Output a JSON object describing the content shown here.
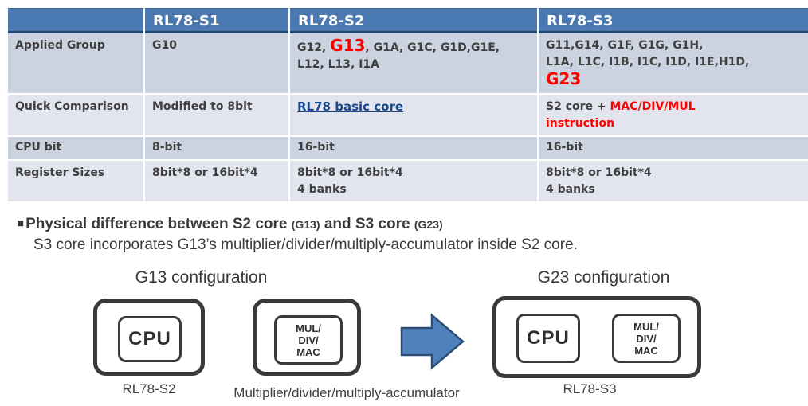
{
  "colors": {
    "header_blue": "#4a78b0",
    "header_border": "#24466b",
    "band_dark": "#ccd3e0",
    "band_light": "#e2e5ee",
    "cell_text": "#404040",
    "highlight_red": "#ff0000",
    "link_blue": "#17498c",
    "arrow_fill": "#4f81bd",
    "arrow_stroke": "#2c4d75",
    "box_border": "#3a3a3a"
  },
  "table": {
    "headers": [
      "",
      "RL78-S1",
      "RL78-S2",
      "RL78-S3"
    ],
    "applied_group": {
      "label": "Applied Group",
      "s1": "G10",
      "s2_seg1": "G12, ",
      "s2_highlight": "G13",
      "s2_seg2": ", G1A, G1C, G1D,G1E,",
      "s2_line2": "L12, L13, I1A",
      "s3_line1": "G11,G14, G1F, G1G, G1H,",
      "s3_line2": "L1A, L1C, I1B, I1C, I1D, I1E,H1D,",
      "s3_highlight": "G23"
    },
    "quick_comparison": {
      "label": "Quick Comparison",
      "s1": "Modified to 8bit",
      "s2_link": "RL78 basic core",
      "s3_seg1": "S2 core + ",
      "s3_red_line1": "MAC/DIV/MUL",
      "s3_red_line2": "instruction"
    },
    "cpu_bit": {
      "label": "CPU bit",
      "s1": "8-bit",
      "s2": "16-bit",
      "s3": "16-bit"
    },
    "register_sizes": {
      "label": "Register Sizes",
      "s1": "8bit*8 or 16bit*4",
      "s2_line1": "8bit*8 or 16bit*4",
      "s2_line2": "4 banks",
      "s3_line1": "8bit*8 or 16bit*4",
      "s3_line2": "4 banks"
    }
  },
  "section": {
    "bullet": "■",
    "title_seg1": "Physical difference between S2 core ",
    "title_small1": "(G13)",
    "title_seg2": " and S3 core ",
    "title_small2": "(G23)",
    "subtitle": "S3 core incorporates G13’s multiplier/divider/multiply-accumulator inside S2 core."
  },
  "diagram": {
    "g13": {
      "title": "G13 configuration",
      "cpu_label": "CPU",
      "mul_line1": "MUL/",
      "mul_line2": "DIV/",
      "mul_line3": "MAC",
      "cpu_caption": "RL78-S2",
      "mul_caption": "Multiplier/divider/multiply-accumulator"
    },
    "arrow_icon": "right-block-arrow",
    "g23": {
      "title": "G23 configuration",
      "cpu_label": "CPU",
      "mul_line1": "MUL/",
      "mul_line2": "DIV/",
      "mul_line3": "MAC",
      "caption": "RL78-S3"
    }
  }
}
